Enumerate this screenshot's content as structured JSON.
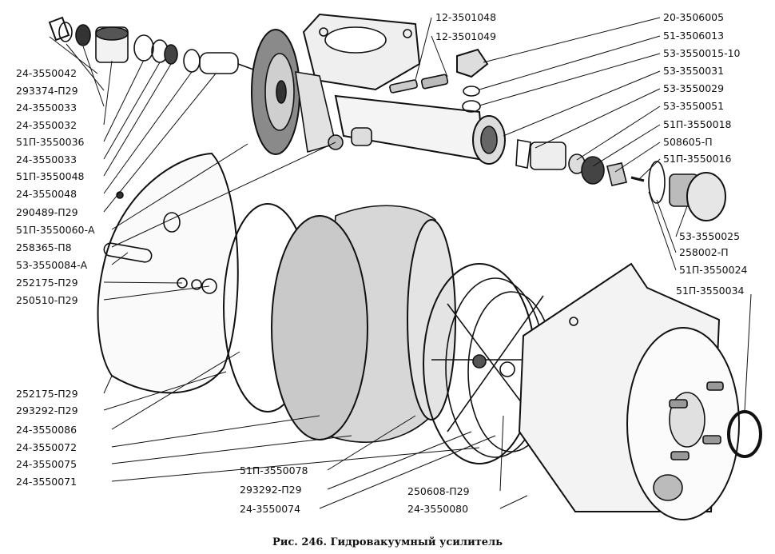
{
  "figure": {
    "caption": "Рис. 246. Гидровакуумный усилитель"
  },
  "callouts_left": [
    "24-3550042",
    "293374-П29",
    "24-3550033",
    "24-3550032",
    "51П-3550036",
    "24-3550033",
    "51П-3550048",
    "24-3550048",
    "290489-П29",
    "51П-3550060-А",
    "258365-П8",
    "53-3550084-А",
    "252175-П29",
    "250510-П29",
    "252175-П29",
    "293292-П29",
    "24-3550086",
    "24-3550072",
    "24-3550075",
    "24-3550071"
  ],
  "callouts_top": [
    "12-3501048",
    "12-3501049"
  ],
  "callouts_right": [
    "20-3506005",
    "51-3506013",
    "53-3550015-10",
    "53-3550031",
    "53-3550029",
    "53-3550051",
    "51П-3550018",
    "508605-П",
    "51П-3550016",
    "53-3550025",
    "258002-П",
    "51П-3550024",
    "51П-3550034"
  ],
  "callouts_bottom": [
    "51П-3550078",
    "293292-П29",
    "24-3550074",
    "250608-П29",
    "24-3550080"
  ]
}
